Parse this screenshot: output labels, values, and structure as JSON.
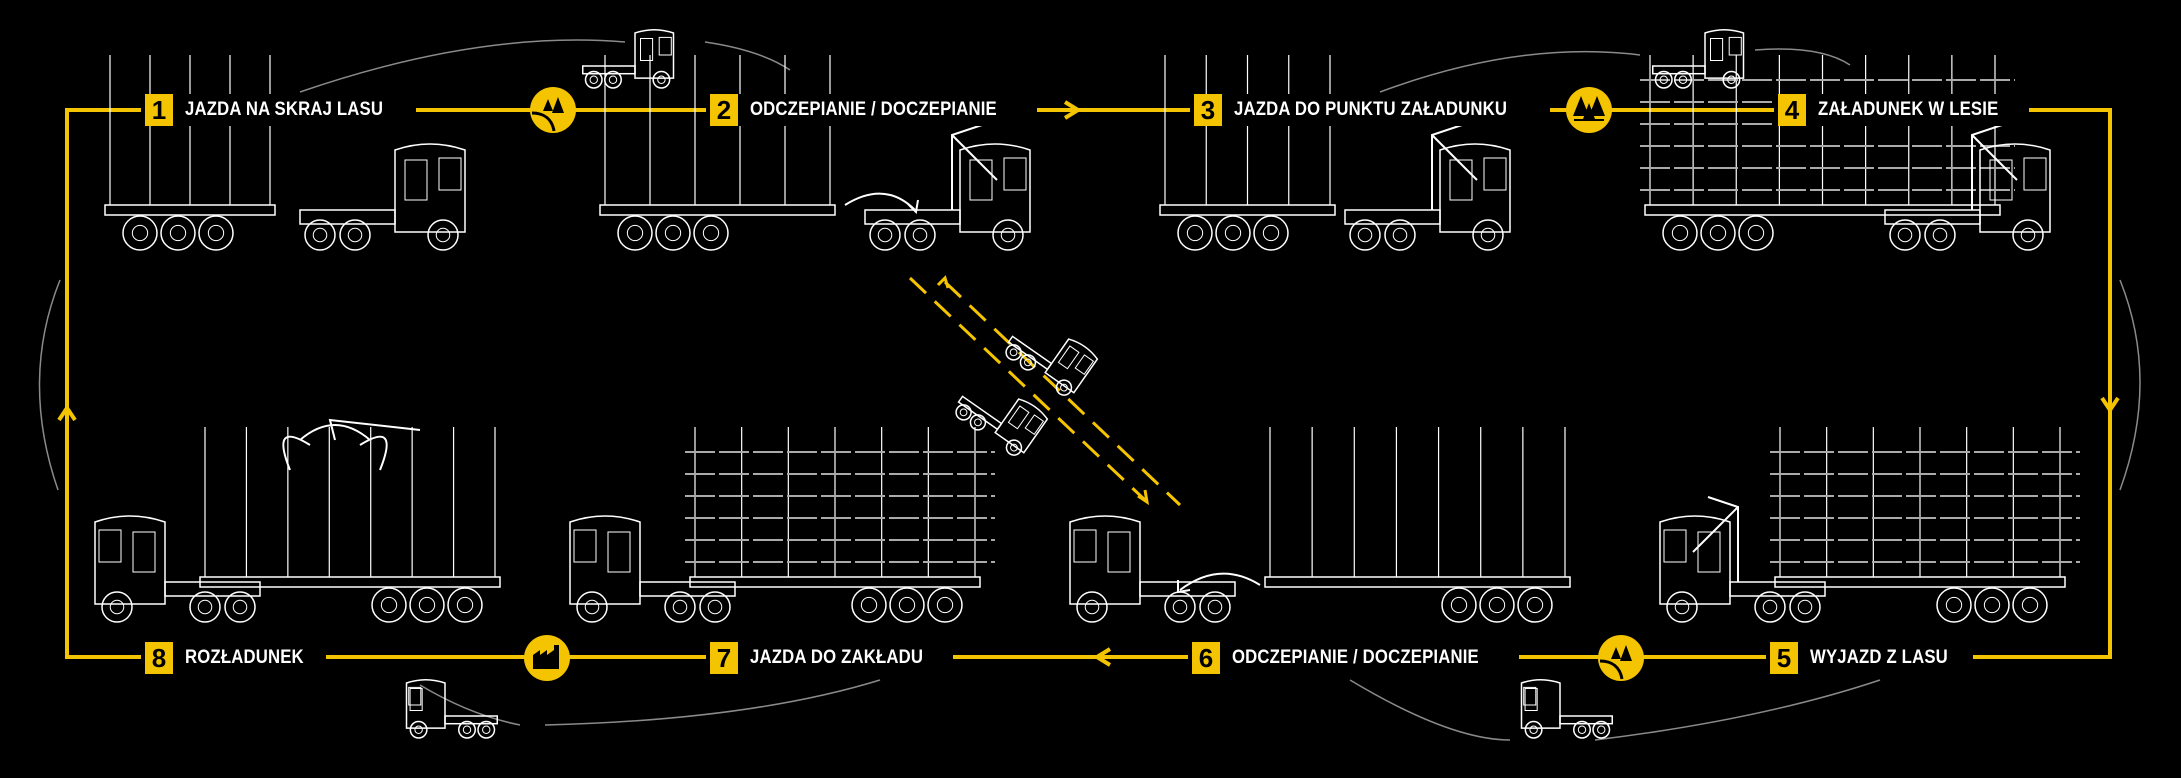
{
  "colors": {
    "accent": "#f5c400",
    "line": "#ffffff",
    "arc": "#8a8a8a",
    "background": "#000000"
  },
  "steps": [
    {
      "number": "1",
      "label": "JAZDA NA SKRAJ LASU"
    },
    {
      "number": "2",
      "label": "ODCZEPIANIE / DOCZEPIANIE"
    },
    {
      "number": "3",
      "label": "JAZDA DO PUNKTU ZAŁADUNKU"
    },
    {
      "number": "4",
      "label": "ZAŁADUNEK W LESIE"
    },
    {
      "number": "5",
      "label": "WYJAZD Z LASU"
    },
    {
      "number": "6",
      "label": "ODCZEPIANIE / DOCZEPIANIE"
    },
    {
      "number": "7",
      "label": "JAZDA DO ZAKŁADU"
    },
    {
      "number": "8",
      "label": "ROZŁADUNEK"
    }
  ],
  "icons": [
    "forest-road-icon",
    "forest-icon",
    "forest-road-icon",
    "factory-icon"
  ]
}
